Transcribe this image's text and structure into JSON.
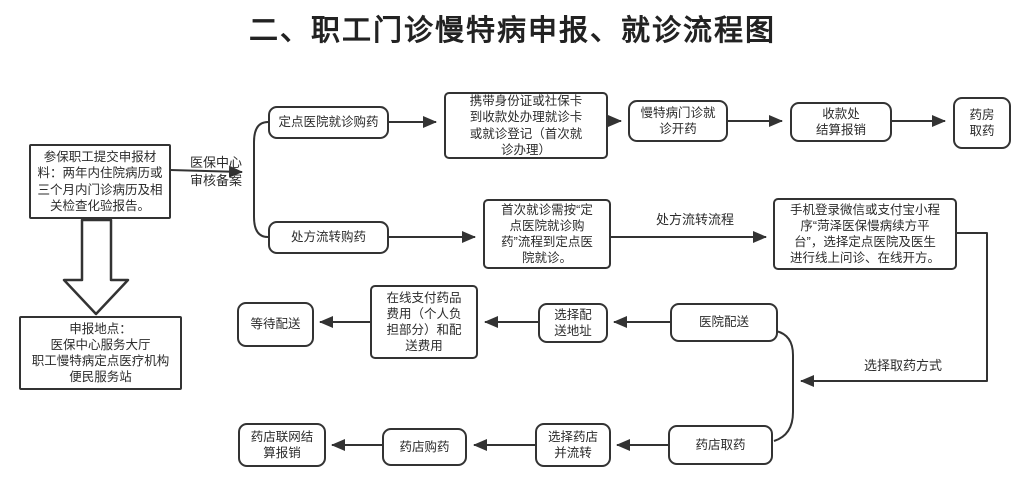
{
  "title": "二、职工门诊慢特病申报、就诊流程图",
  "nodes": {
    "submit_materials": "参保职工提交申报材\n料：两年内住院病历或\n三个月内门诊病历及相\n关检查化验报告。",
    "apply_locations": "申报地点：\n医保中心服务大厅\n职工慢特病定点医疗机构\n便民服务站",
    "hospital_visit_purchase": "定点医院就诊购药",
    "bring_id_card": "携带身份证或社保卡\n到收款处办理就诊卡\n或就诊登记（首次就\n诊办理）",
    "chronic_clinic_prescribe": "慢特病门诊就\n诊开药",
    "cashier_settlement": "收款处\n结算报销",
    "pharmacy_dispense": "药房\n取药",
    "prescription_transfer": "处方流转购药",
    "first_visit_note": "首次就诊需按“定\n点医院就诊购\n药”流程到定点医\n院就诊。",
    "mobile_applet": "手机登录微信或支付宝小程\n序“菏泽医保慢病续方平\n台”，选择定点医院及医生\n进行线上问诊、在线开方。",
    "hospital_delivery": "医院配送",
    "choose_address": "选择配\n送地址",
    "online_payment": "在线支付药品\n费用（个人负\n担部分）和配\n送费用",
    "wait_delivery": "等待配送",
    "drugstore_pickup": "药店取药",
    "choose_drugstore": "选择药店\n并流转",
    "drugstore_purchase": "药店购药",
    "drugstore_settlement": "药店联网结\n算报销"
  },
  "edge_labels": {
    "audit_record": "医保中心\n审核备案",
    "prescription_flow": "处方流转流程",
    "choose_pickup_method": "选择取药方式"
  },
  "colors": {
    "line": "#333333",
    "text": "#2b2b2b",
    "background": "#ffffff"
  }
}
